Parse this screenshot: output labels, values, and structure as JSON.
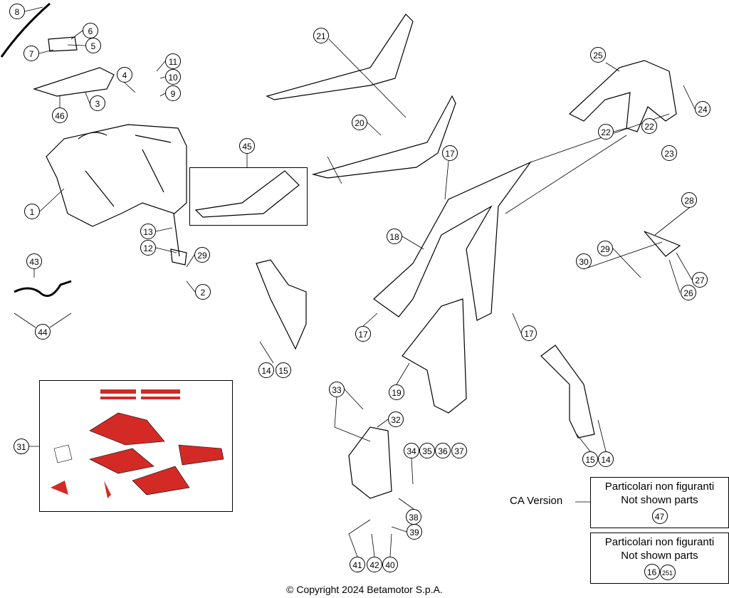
{
  "diagram": {
    "callouts": [
      "8",
      "6",
      "7",
      "5",
      "4",
      "11",
      "10",
      "9",
      "3",
      "46",
      "1",
      "13",
      "12",
      "29",
      "2",
      "43",
      "44",
      "21",
      "20",
      "45",
      "25",
      "24",
      "22",
      "22",
      "23",
      "17",
      "28",
      "18",
      "29",
      "30",
      "27",
      "26",
      "17",
      "17",
      "14",
      "15",
      "19",
      "33",
      "32",
      "31",
      "34",
      "35",
      "36",
      "37",
      "38",
      "39",
      "41",
      "42",
      "40",
      "15",
      "14"
    ],
    "ca_version_label": "CA Version",
    "not_shown_boxes": [
      {
        "line1": "Particolari non figuranti",
        "line2": "Not shown parts",
        "parts": [
          "47"
        ]
      },
      {
        "line1": "Particolari non figuranti",
        "line2": "Not shown parts",
        "parts": [
          "16",
          "251"
        ]
      }
    ],
    "copyright": "© Copyright 2024 Betamotor S.p.A.",
    "colors": {
      "graphics_red": "#d42a26",
      "line": "#000000"
    }
  }
}
